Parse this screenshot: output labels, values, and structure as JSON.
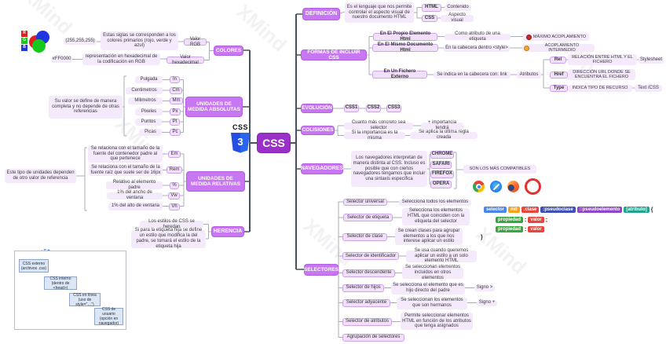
{
  "watermark": "XMind",
  "center": {
    "label": "CSS"
  },
  "logo": {
    "wordmark": "CSS",
    "digit": "3"
  },
  "colors": {
    "topic": "#c777f2",
    "center_node": "#9b2fc9",
    "code_selector": "#4a86e8",
    "code_id": "#f6a21d",
    "code_clase": "#e8453c",
    "code_pseudoclase": "#3f51b5",
    "code_pseudoelemento": "#9146c8",
    "code_atributo": "#21a38e",
    "code_propiedad": "#37a93c",
    "code_valor": "#e8453c",
    "nota_maximo": "#c62828",
    "nota_intermedio": "#f9a825"
  },
  "definicion": {
    "label": "DEFINICIÓN",
    "desc": "Es el lenguaje que nos permite controlar el aspecto visual de nuestro documento HTML",
    "html_k": "HTML",
    "html_v": "Contenido",
    "css_k": "CSS",
    "css_v": "Aspecto visual"
  },
  "formas": {
    "label": "FORMAS DE INCLUIR CSS",
    "propio_k": "En El Propio Elemento Html",
    "propio_v": "Como atributo de una etiqueta",
    "propio_nota": "MÁXIMO ACOPLAMIENTO",
    "mismo_k": "En El Mismo Documento Html",
    "mismo_v": "En la cabecera dentro <style>",
    "mismo_nota": "ACOPLAMIENTO INTERMEDIO",
    "externo_k": "En Un Fichero Externo",
    "externo_v": "Se indica en la cabecera con: link",
    "externo_nota": "Atributos",
    "rel_k": "Rel",
    "rel_v": "RELACIÓN ENTRE HTML Y EL FICHERO",
    "rel_ex": "Stylesheet",
    "href_k": "Href",
    "href_v": "DIRECCIÓN URL DONDE SE ENCUENTRA EL FICHERO",
    "type_k": "Type",
    "type_v": "INDICA TIPO DE RECURSO",
    "type_ex": "Text /CSS"
  },
  "evolucion": {
    "label": "EVOLUCIÓN",
    "v": [
      "CSS1",
      "CSS2",
      "CSS3"
    ]
  },
  "colisiones": {
    "label": "COLISIONES",
    "c1": "Cuanto más concreto sea selector",
    "r1": "+ importancia tendrá",
    "c2": "Si la importancia es la misma",
    "r2": "Se aplica la última regla creada"
  },
  "navegadores": {
    "label": "NAVEGADORES",
    "desc": "Los navegadores interpretan de manera distinta al CSS. Incluso es posible que con ciertos navegadores tengamos que incluir una sintaxis específica",
    "items": [
      "CHROME",
      "SAFARI",
      "FIREFOX",
      "OPERA"
    ],
    "nota": "SON LOS MÁS COMPATIBLES"
  },
  "selectores": {
    "label": "SELECTORES",
    "items": [
      {
        "label": "Selector universal",
        "desc": "Selecciona todos los elementos"
      },
      {
        "label": "Selector de etiqueta",
        "desc": "Selecciona los elementos HTML que coinciden con la etiqueta del selector"
      },
      {
        "label": "Selector de clase",
        "desc": "Se crean clases para agrupar elementos a los que nos interese aplicar un estilo"
      },
      {
        "label": "Selector de identificador",
        "desc": "Se usa cuando queremos aplicar un estilo a un solo elemento HTML"
      },
      {
        "label": "Selector descendente",
        "desc": "Se seleccionan elementos incluidos en otros elementos"
      },
      {
        "label": "Selector de hijos",
        "desc": "Se selecciona el elemento que es hijo directo del padre",
        "extra": "Signo >"
      },
      {
        "label": "Selector adyacente",
        "desc": "Se seleccionan los elementos que son hermanos",
        "extra": "Signo +"
      },
      {
        "label": "Selector de atributos",
        "desc": "Permite seleccionar elementos HTML en función de los atributos que tenga asignados"
      },
      {
        "label": "Agrupación de selectores"
      }
    ],
    "code": {
      "selector": "selector",
      "id": "#id",
      "clase": ".clase",
      "pseudoclase": ":pseudoclase",
      "pseudoelemento": "::pseudoelemento",
      "atributo": "[atributo]",
      "brace_open": "{",
      "brace_close": "}",
      "propiedad": "propiedad",
      "valor": "valor",
      "colon": ":",
      "semicolon": ";"
    }
  },
  "colores": {
    "label": "COLORES",
    "rgb_val": "(255,255,255)",
    "rgb_desc": "Estas siglas se corresponden a los colores primarios (rojo, verde y azul)",
    "rgb_k": "Valor RGB",
    "hex_val": "#FF0000",
    "hex_desc": "representación en hexadecimal de la codificación en RGB",
    "hex_k": "Valor hexadecimal",
    "letters": [
      "R",
      "G",
      "B"
    ]
  },
  "absolutas": {
    "label": "UNIDADES DE MEDIDA ABSOLUTAS",
    "nota": "Su valor se define de manera completa y no depende de otras referencias",
    "items": [
      {
        "n": "Pulgada",
        "a": "In"
      },
      {
        "n": "Centimetros",
        "a": "Cm"
      },
      {
        "n": "Milimetros",
        "a": "Mm"
      },
      {
        "n": "Pixeles",
        "a": "Px"
      },
      {
        "n": "Puntos",
        "a": "Pt"
      },
      {
        "n": "Picas",
        "a": "Pc"
      }
    ]
  },
  "relativas": {
    "label": "UNIDADES DE MEDIDA RELATIVAS",
    "nota": "Este tipo de unidades dependen de otro valor de referencia",
    "items": [
      {
        "d": "Se relaciona con el tamaño de la fuente del contenedor padre al que pertenece",
        "a": "Em"
      },
      {
        "d": "Se relaciona con el tamaño de la fuente raíz que suele ser de 16px",
        "a": "Rem"
      },
      {
        "d": "Relativo al elemento padre",
        "a": "%"
      },
      {
        "d": "1% del ancho de ventana",
        "a": "Vw"
      },
      {
        "d": "1% del alto de ventana",
        "a": "Vh"
      }
    ]
  },
  "herencia": {
    "label": "HERENCIA",
    "r1": "Los estilos de CSS se heredan",
    "r2": "Si para la etiqueta hija se define un estilo que modifica la del padre, se tomará el estilo de la etiqueta hija"
  },
  "cascada": {
    "boxes": [
      "CSS externo (archivos .css)",
      "CSS interno (dentro de <head>)",
      "CSS en línea (uso de style=\"…\")",
      "CSS de usuario (opción en navegador)"
    ]
  }
}
